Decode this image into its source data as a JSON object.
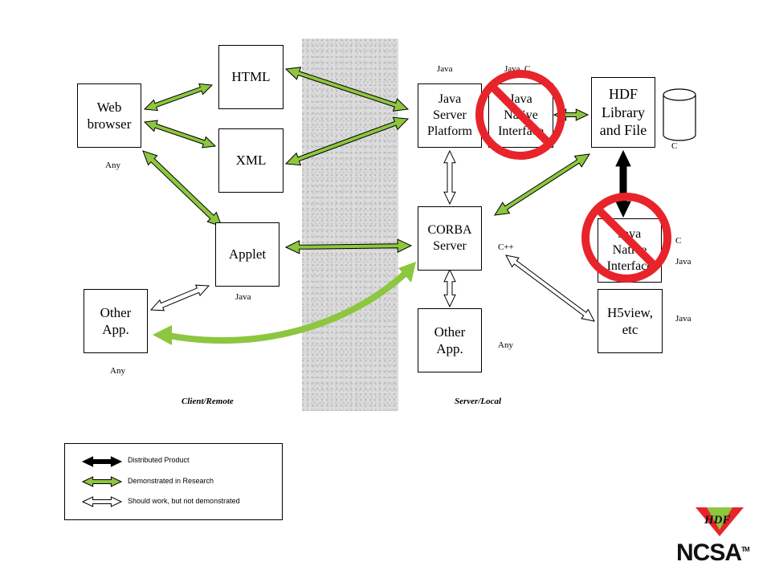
{
  "nodes": {
    "web_browser": "Web\nbrowser",
    "html": "HTML",
    "xml": "XML",
    "applet": "Applet",
    "other_app_client": "Other\nApp.",
    "java_server_platform": "Java\nServer\nPlatform",
    "java_native_interface_top": "Java\nNative\nInterface",
    "hdf_library": "HDF\nLibrary\nand File",
    "corba_server": "CORBA\nServer",
    "other_app_server": "Other\nApp.",
    "java_native_interface_bottom": "Java\nNative\nInterface",
    "h5view": "H5view,\netc"
  },
  "labels": {
    "any_browser": "Any",
    "java_applet": "Java",
    "any_client_app": "Any",
    "java_server": "Java",
    "java_c": "Java, C",
    "c_file": "C",
    "c_plus_plus": "C++",
    "any_server_app": "Any",
    "c_jni": "C",
    "java_jni": "Java",
    "java_h5view": "Java"
  },
  "captions": {
    "client_remote": "Client/Remote",
    "server_local": "Server/Local"
  },
  "legend": {
    "distributed": "Distributed Product",
    "demonstrated": "Demonstrated in Research",
    "should_work": "Should work, but not demonstrated"
  },
  "logos": {
    "hdf": "HDF",
    "ncsa": "NCSA",
    "tm": "TM"
  },
  "colors": {
    "green": "#8dc63f",
    "red": "#e8242b",
    "black": "#000000"
  }
}
